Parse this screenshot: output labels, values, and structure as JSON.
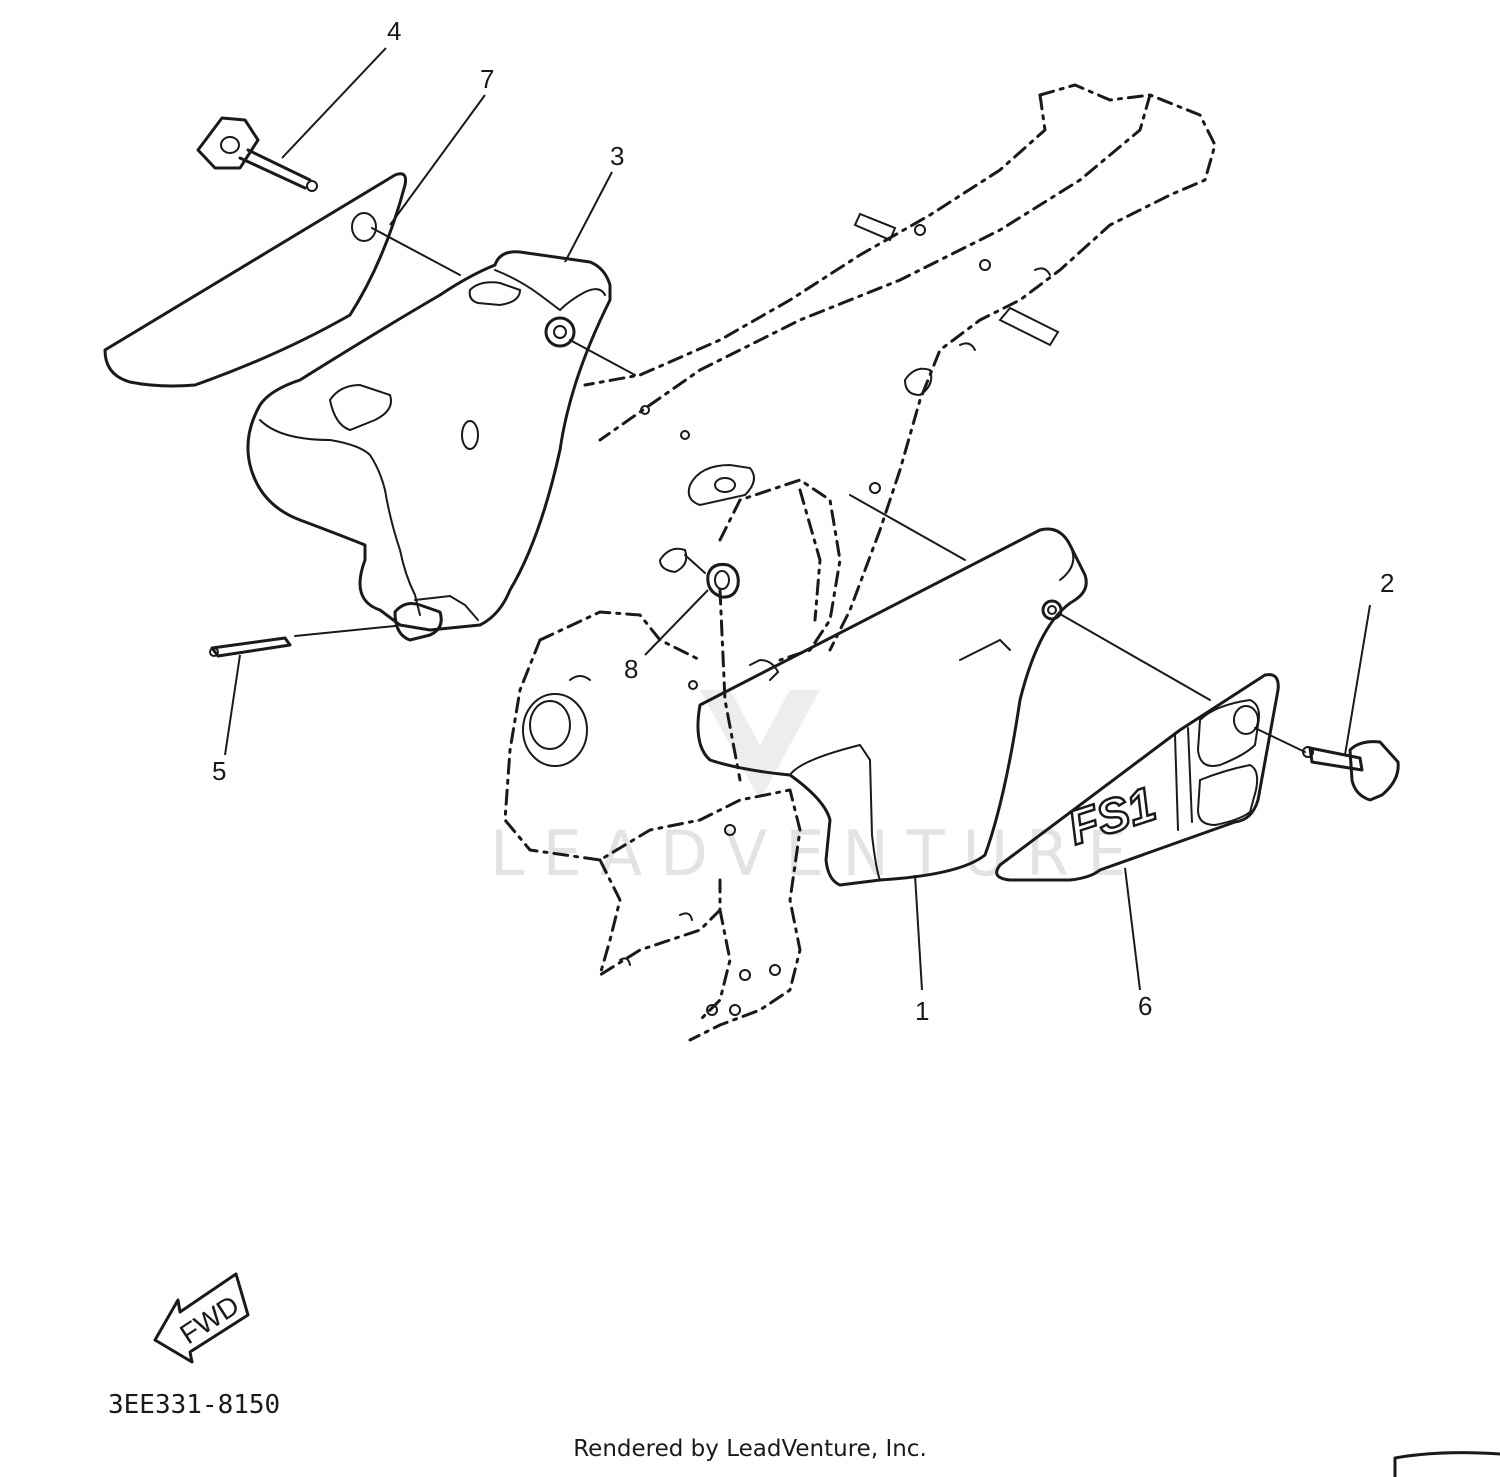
{
  "diagram": {
    "callouts": [
      "1",
      "2",
      "3",
      "4",
      "5",
      "6",
      "7",
      "8"
    ],
    "decal_text": "FS1",
    "direction_label": "FWD",
    "watermark": "LEADVENTURE",
    "drawing_code": "3EE331-8150"
  },
  "footer": {
    "text": "Rendered by LeadVenture, Inc."
  }
}
